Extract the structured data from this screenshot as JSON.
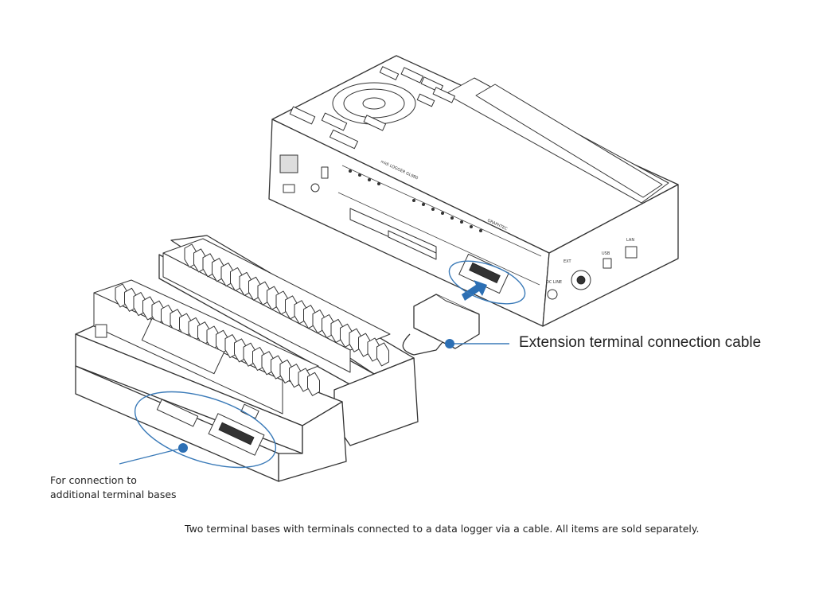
{
  "labels": {
    "extension_cable": "Extension terminal connection cable",
    "connection_note_line1": "For connection to",
    "connection_note_line2": "additional terminal bases",
    "caption": "Two terminal bases with terminals connected to a data logger via a cable. All items are sold separately."
  },
  "device_markings": {
    "brand": "GRAPHTEC",
    "model": "midi LOGGER GL980",
    "port_dc": "DC LINE",
    "port_ext": "EXT",
    "port_usb": "USB",
    "port_lan": "LAN"
  },
  "colors": {
    "callout_line": "#3a7ab8",
    "callout_dot": "#2c6fb4",
    "arrow": "#2c6fb4"
  }
}
